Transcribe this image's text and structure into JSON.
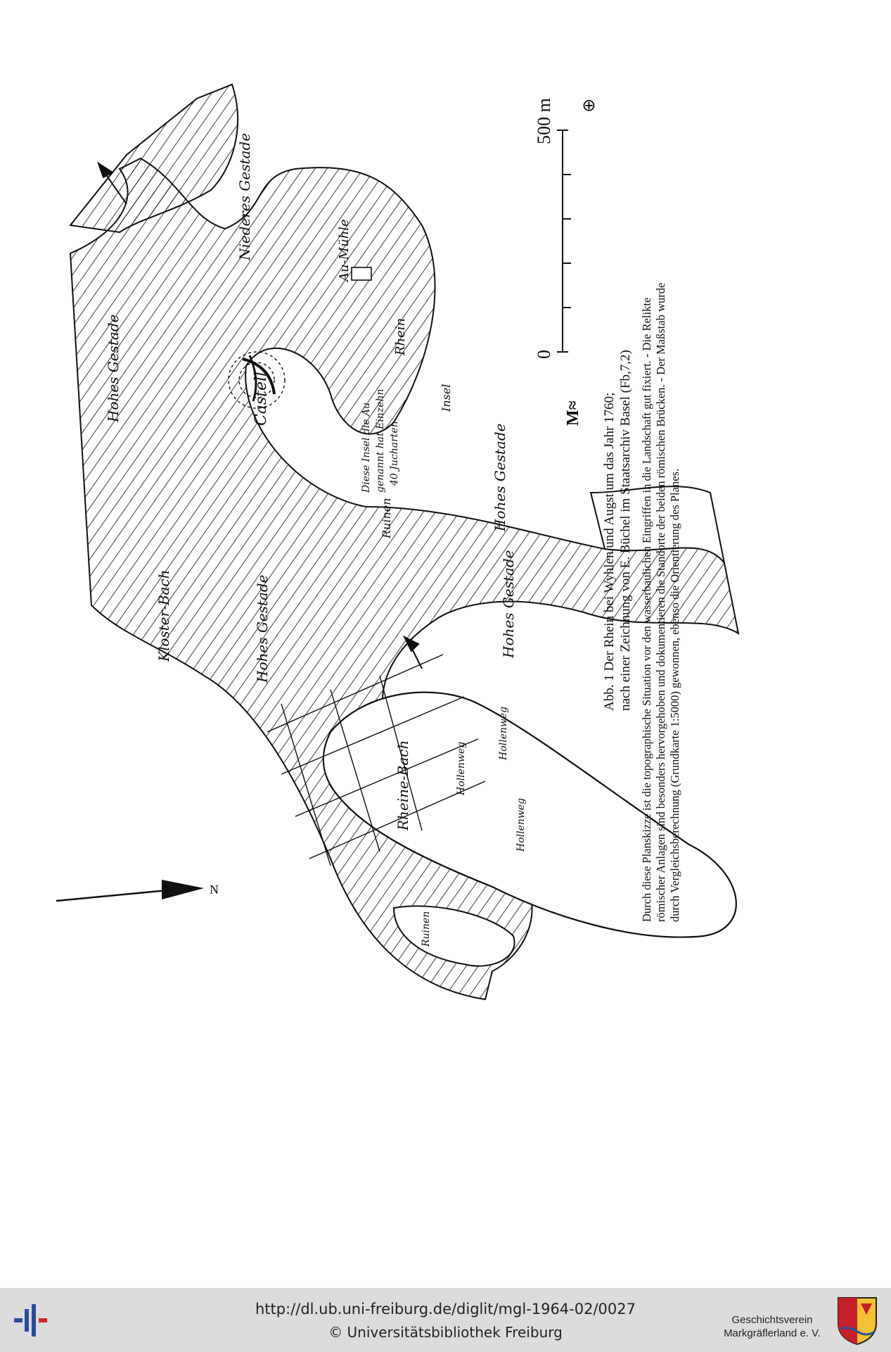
{
  "map": {
    "labels": {
      "north": "N",
      "castell": "Castell",
      "au_muehle": "Au-Mühle",
      "rhein": "Rhein",
      "insel": "Insel",
      "badstube_ruinen": "Ruinen",
      "wehr_text_1": "Hohes Gestade",
      "wehr_text_2": "Hohes Gestade",
      "wehr_text_3": "Hohes Gestade",
      "wehr_text_4": "Hohes Gestade",
      "wehr_text_5": "Niederes Gestade",
      "kloster_bach": "Kloster-Bach",
      "rhein_bach": "Rheine-Bach",
      "hollenweg_1": "Hollenweg",
      "hollenweg_2": "Hollenweg",
      "hollenweg_3": "Hollenweg",
      "ruinen_2": "Ruinen",
      "au_text_1": "Diese Insel die Au",
      "au_text_2": "genannt hat Einzehn",
      "au_text_3": "40 Jucharten"
    },
    "scale": {
      "label": "500 m",
      "zero": "0",
      "m_symbol": "M≈"
    }
  },
  "caption": {
    "line1": "Abb. 1  Der Rhein bei Wyhlen und Augst um das Jahr 1760;",
    "line2": "nach einer Zeichnung von E. Büchel im Staatsarchiv Basel (Fb,7,2)",
    "para1": "Durch diese Planskizze ist die topographische Situation vor den wasserbaulichen Eingriffen in die Landschaft gut fixiert. - Die Relikte",
    "para2": "römischer Anlagen sind besonders hervorgehoben und dokumentieren die Standorte der beiden römischen Brücken. - Der Maßstab wurde",
    "para3": "durch Vergleichsberechnung (Grundkarte 1:5000) gewonnen, ebenso die Orientierung des Planes."
  },
  "footer": {
    "url": "http://dl.ub.uni-freiburg.de/diglit/mgl-1964-02/0027",
    "copyright": "© Universitätsbibliothek Freiburg",
    "society_line1": "Geschichtsverein",
    "society_line2": "Markgräflerland e. V."
  },
  "colors": {
    "footer_bg": "#dcdcdc",
    "logo_blue": "#2a4d9c",
    "logo_red": "#d0262e",
    "crest_red": "#c8202a",
    "crest_yellow": "#f2c230"
  }
}
